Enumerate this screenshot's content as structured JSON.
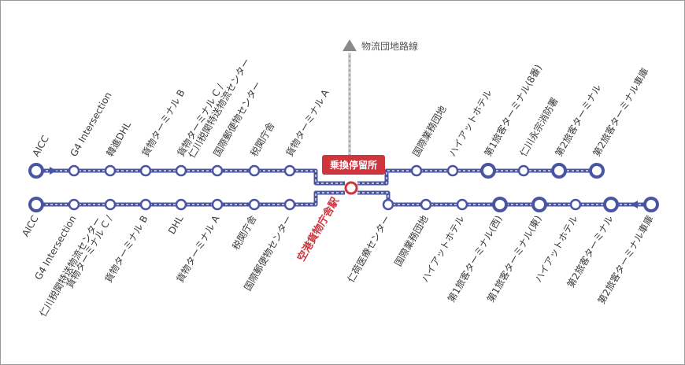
{
  "colors": {
    "route": "#4a55a2",
    "route_inner": "#ffffff",
    "hub": "#d0343c",
    "gray_line": "#a8a8a8",
    "gray_arrow": "#8a8a8a",
    "label": "#3a3a3a"
  },
  "north_branch": {
    "label": "物流団地路線"
  },
  "transfer_badge": {
    "label": "乗換停留所"
  },
  "hub": {
    "label": "空港貨物庁舎駅"
  },
  "upper_route": {
    "stops": [
      {
        "label": "AICC",
        "major": true
      },
      {
        "label": "G4 Intersection",
        "major": false
      },
      {
        "label": "韓進DHL",
        "major": false
      },
      {
        "label": "貨物ターミナル B",
        "major": false
      },
      {
        "label": "貨物ターミナル C /",
        "label2": "仁川税関特送物流センター",
        "major": false
      },
      {
        "label": "国際郵便物センター",
        "major": false
      },
      {
        "label": "税関庁舎",
        "major": false
      },
      {
        "label": "貨物ターミナル A",
        "major": false
      },
      {
        "label": "国際業務団地",
        "major": false
      },
      {
        "label": "ハイアットホテル",
        "major": false
      },
      {
        "label": "第1旅客ターミナル(8番)",
        "major": true
      },
      {
        "label": "仁川永宗消防署",
        "major": false
      },
      {
        "label": "第2旅客ターミナル",
        "major": true
      },
      {
        "label": "第2旅客ターミナル車庫",
        "major": true
      }
    ]
  },
  "lower_route": {
    "stops": [
      {
        "label": "AICC",
        "major": true
      },
      {
        "label": "G4 Intersection",
        "major": false
      },
      {
        "label": "貨物ターミナル C /",
        "label2": "仁川税関特送物流センター",
        "major": false
      },
      {
        "label": "貨物ターミナル B",
        "major": false
      },
      {
        "label": "DHL",
        "major": false
      },
      {
        "label": "貨物ターミナル A",
        "major": false
      },
      {
        "label": "税関庁舎",
        "major": false
      },
      {
        "label": "国際郵便物センター",
        "major": false
      },
      {
        "label": "仁荷医療センター",
        "major": false
      },
      {
        "label": "国際業務団地",
        "major": false
      },
      {
        "label": "ハイアットホテル",
        "major": false
      },
      {
        "label": "第1旅客ターミナル(西)",
        "major": true
      },
      {
        "label": "第1旅客ターミナル(東)",
        "major": true
      },
      {
        "label": "ハイアットホテル",
        "major": false
      },
      {
        "label": "第2旅客ターミナル",
        "major": true
      },
      {
        "label": "第2旅客ターミナル車庫",
        "major": true
      }
    ]
  }
}
